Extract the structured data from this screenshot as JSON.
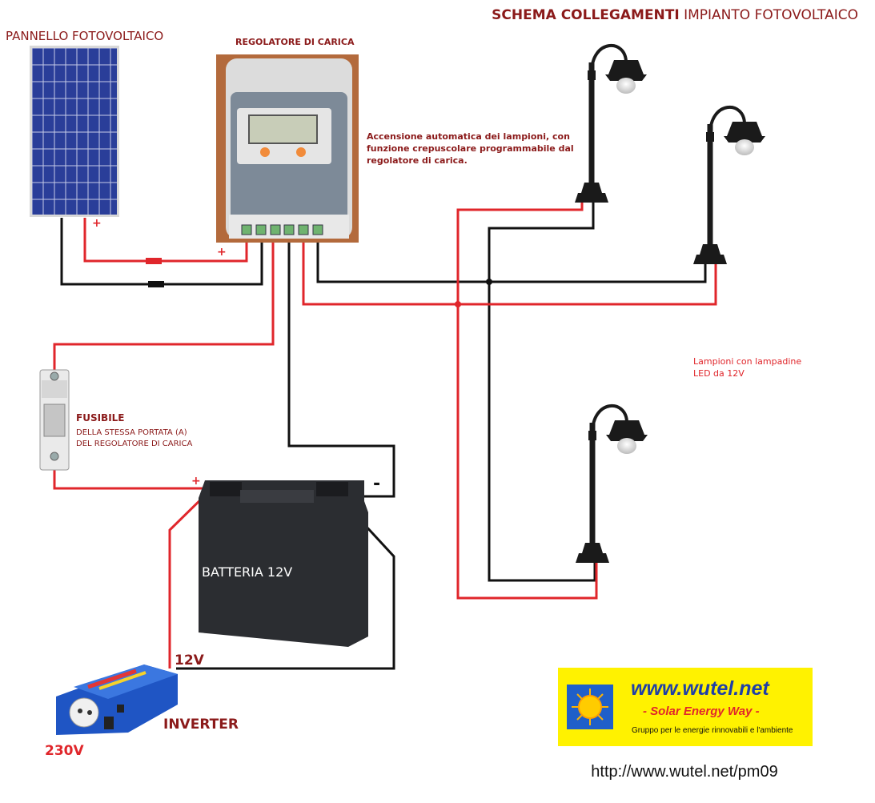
{
  "title": {
    "part1": "SCHEMA COLLEGAMENTI",
    "part2": " IMPIANTO FOTOVOLTAICO"
  },
  "labels": {
    "panel": "PANNELLO FOTOVOLTAICO",
    "regulator": "REGOLATORE DI CARICA",
    "note_line1": "Accensione automatica dei lampioni, con",
    "note_line2": "funzione crepuscolare programmabile dal",
    "note_line3": "regolatore di carica.",
    "lamps_line1": "Lampioni con lampadine",
    "lamps_line2": "LED da 12V",
    "fuse_title": "FUSIBILE",
    "fuse_line1": "DELLA STESSA PORTATA (A)",
    "fuse_line2": "DEL REGOLATORE DI CARICA",
    "battery": "BATTERIA 12V",
    "v12": "12V",
    "inverter": "INVERTER",
    "v230": "230V",
    "plus": "+",
    "minus": "-",
    "url": "http://www.wutel.net/pm09"
  },
  "logo": {
    "site": "www.wutel.net",
    "slogan": "- Solar Energy Way -",
    "group": "Gruppo per le energie rinnovabili e l'ambiente"
  },
  "colors": {
    "title": "#8b1a1a",
    "positive_wire": "#e0262b",
    "negative_wire": "#111111",
    "logo_bg": "#fff200",
    "logo_text": "#1f3fa8"
  }
}
